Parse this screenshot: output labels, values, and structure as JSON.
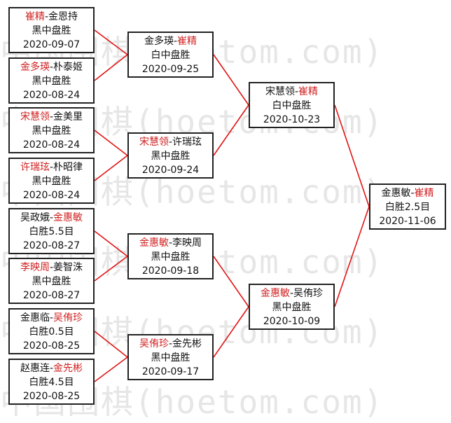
{
  "watermark": "中国围棋(hoetom.com)",
  "colors": {
    "winner": "#d11f1f",
    "line": "#e01414",
    "border": "#222222"
  },
  "matches": [
    {
      "id": "r1m1",
      "p1": "崔精",
      "p2": "金恩持",
      "winner": 1,
      "result": "黑中盘胜",
      "date": "2020-09-07"
    },
    {
      "id": "r1m2",
      "p1": "金多瑛",
      "p2": "朴泰姬",
      "winner": 1,
      "result": "黑中盘胜",
      "date": "2020-08-24"
    },
    {
      "id": "r1m3",
      "p1": "宋慧领",
      "p2": "金美里",
      "winner": 1,
      "result": "黑中盘胜",
      "date": "2020-08-24"
    },
    {
      "id": "r1m4",
      "p1": "许瑞玹",
      "p2": "朴昭律",
      "winner": 1,
      "result": "黑中盘胜",
      "date": "2020-08-24"
    },
    {
      "id": "r1m5",
      "p1": "吴政娥",
      "p2": "金惠敏",
      "winner": 2,
      "result": "白胜5.5目",
      "date": "2020-08-27"
    },
    {
      "id": "r1m6",
      "p1": "李映周",
      "p2": "姜智洙",
      "winner": 1,
      "result": "黑中盘胜",
      "date": "2020-08-27"
    },
    {
      "id": "r1m7",
      "p1": "金惠临",
      "p2": "吴侑珍",
      "winner": 2,
      "result": "白胜0.5目",
      "date": "2020-08-25"
    },
    {
      "id": "r1m8",
      "p1": "赵惠连",
      "p2": "金先彬",
      "winner": 2,
      "result": "白胜4.5目",
      "date": "2020-08-25"
    },
    {
      "id": "r2m1",
      "p1": "金多瑛",
      "p2": "崔精",
      "winner": 2,
      "result": "白中盘胜",
      "date": "2020-09-25"
    },
    {
      "id": "r2m2",
      "p1": "宋慧领",
      "p2": "许瑞玹",
      "winner": 1,
      "result": "黑中盘胜",
      "date": "2020-09-24"
    },
    {
      "id": "r2m3",
      "p1": "金惠敏",
      "p2": "李映周",
      "winner": 1,
      "result": "黑中盘胜",
      "date": "2020-09-18"
    },
    {
      "id": "r2m4",
      "p1": "吴侑珍",
      "p2": "金先彬",
      "winner": 1,
      "result": "黑中盘胜",
      "date": "2020-09-17"
    },
    {
      "id": "r3m1",
      "p1": "宋慧领",
      "p2": "崔精",
      "winner": 2,
      "result": "白中盘胜",
      "date": "2020-10-23"
    },
    {
      "id": "r3m2",
      "p1": "金惠敏",
      "p2": "吴侑珍",
      "winner": 1,
      "result": "黑中盘胜",
      "date": "2020-10-09"
    },
    {
      "id": "final",
      "p1": "金惠敏",
      "p2": "崔精",
      "winner": 2,
      "result": "白胜2.5目",
      "date": "2020-11-06"
    }
  ]
}
